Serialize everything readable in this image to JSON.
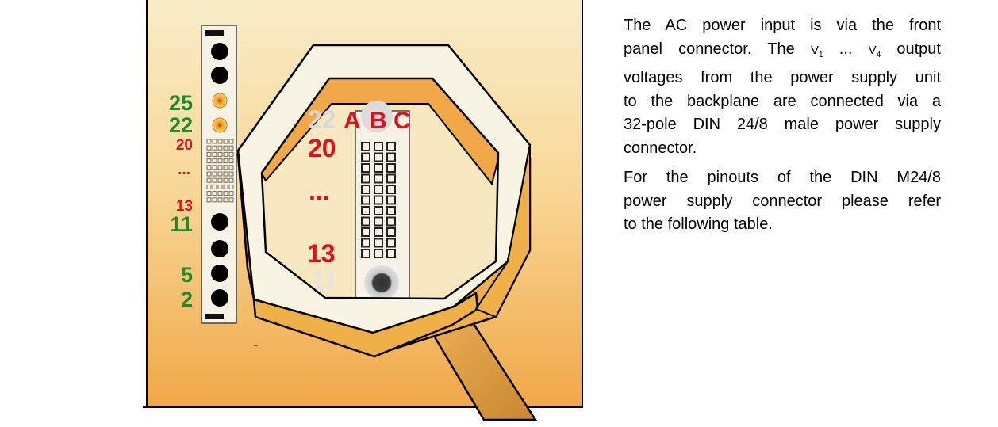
{
  "figure": {
    "left_labels": [
      "25",
      "22",
      "20",
      "...",
      "13",
      "11",
      "5",
      "2"
    ],
    "zoom_header": {
      "faded": "22",
      "letters": [
        "A",
        "B",
        "C"
      ]
    },
    "zoom_labels": [
      "20",
      "...",
      "13",
      "11"
    ],
    "colors": {
      "green": "#1e8a2a",
      "red": "#e0101e",
      "panel_light": "#f8e8c0",
      "panel_dark": "#f0a848",
      "frame": "#f8f4e4",
      "rim": "#f0b048"
    }
  },
  "text": {
    "para1": {
      "l1": "The AC power input is via the front",
      "l2a": "panel connector. The ",
      "v1": "V",
      "v1sub": "1",
      "mid": " ... ",
      "v4": "V",
      "v4sub": "4",
      "l2b": " output",
      "l3": "voltages from the power supply unit",
      "l4": "to the backplane are connected via a",
      "l5": "32-pole DIN 24/8 male power supply",
      "l6": "connector."
    },
    "para2": {
      "l1": "For the pinouts of the DIN M24/8",
      "l2": "power supply connector please refer",
      "l3": "to the following table."
    }
  }
}
